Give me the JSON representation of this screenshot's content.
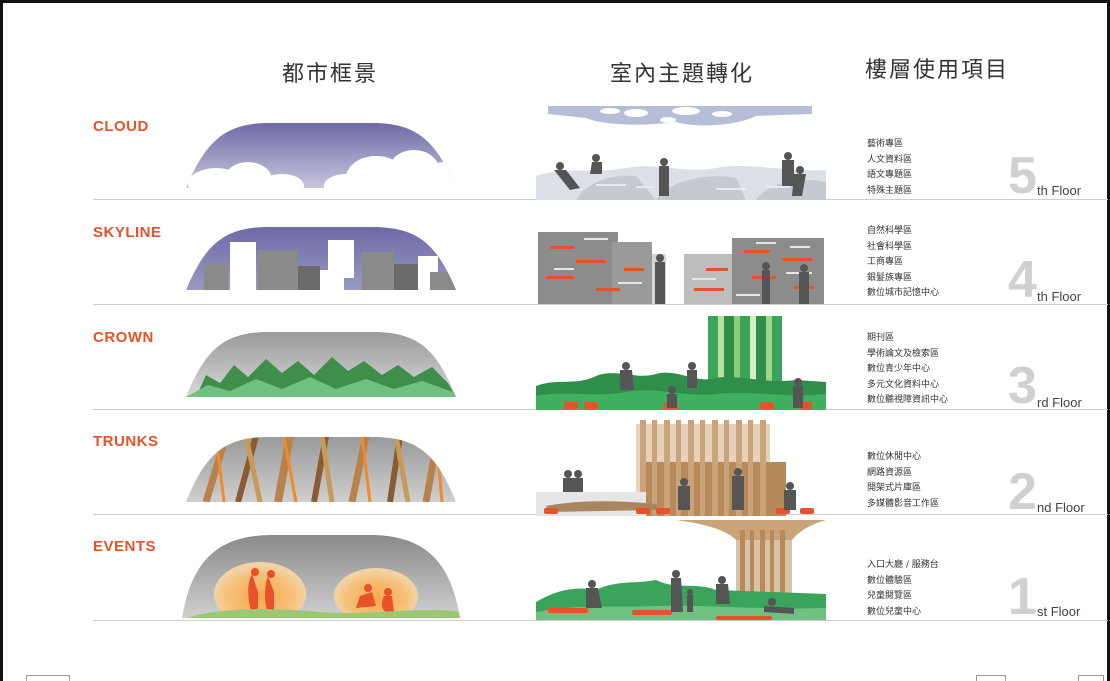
{
  "columns": {
    "urban": "都市框景",
    "interior": "室內主題轉化",
    "floor_use": "樓層使用項目"
  },
  "rows": [
    {
      "title": "CLOUD",
      "uses": [
        "藝術專區",
        "人文資料區",
        "語文專題區",
        "特殊主題區"
      ],
      "floor_num": "5",
      "floor_suffix": "th Floor"
    },
    {
      "title": "SKYLINE",
      "uses": [
        "自然科學區",
        "社會科學區",
        "工商專區",
        "銀髮族專區",
        "數位城市記憶中心"
      ],
      "floor_num": "4",
      "floor_suffix": "th Floor"
    },
    {
      "title": "CROWN",
      "uses": [
        "期刊區",
        "學術論文及檢索區",
        "數位青少年中心",
        "多元文化資料中心",
        "數位聽視障資訊中心"
      ],
      "floor_num": "3",
      "floor_suffix": "rd Floor"
    },
    {
      "title": "TRUNKS",
      "uses": [
        "數位休閒中心",
        "網路資源區",
        "開架式片庫區",
        "多媒體影音工作區"
      ],
      "floor_num": "2",
      "floor_suffix": "nd Floor"
    },
    {
      "title": "EVENTS",
      "uses": [
        "入口大廳 / 服務台",
        "數位體驗區",
        "兒童閱覽區",
        "數位兒童中心"
      ],
      "floor_num": "1",
      "floor_suffix": "st Floor"
    }
  ],
  "colors": {
    "accent": "#e8522a",
    "cloud_sky": "#7a78b0",
    "crown_green": "#3aa55a",
    "trunk_brown": "#b88a5a",
    "event_orange": "#f08a2a"
  }
}
